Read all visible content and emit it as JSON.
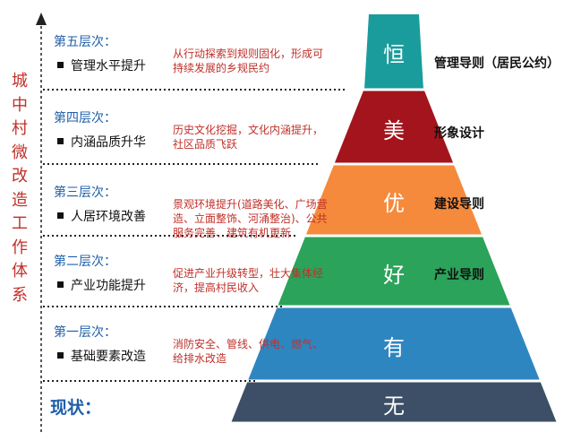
{
  "side_title": [
    "城",
    "中",
    "村",
    "微",
    "改",
    "造",
    "工",
    "作",
    "体",
    "系"
  ],
  "levels": [
    {
      "title": "第五层次：",
      "item": "管理水平提升",
      "desc": "从行动探索到规则固化，形成可持续发展的乡规民约"
    },
    {
      "title": "第四层次：",
      "item": "内涵品质升华",
      "desc": "历史文化挖掘，文化内涵提升，社区品质飞跃"
    },
    {
      "title": "第三层次：",
      "item": "人居环境改善",
      "desc": "景观环境提升(道路美化、广场营造、立面整饰、河涌整治)、公共服务完善、建筑有机更新"
    },
    {
      "title": "第二层次：",
      "item": "产业功能提升",
      "desc": "促进产业升级转型，壮大集体经济，提高村民收入"
    },
    {
      "title": "第一层次：",
      "item": "基础要素改造",
      "desc": "消防安全、管线、供电、燃气、给排水改造"
    }
  ],
  "status_label": "现状：",
  "pyramid": [
    {
      "char": "恒",
      "color": "#1a9c9c"
    },
    {
      "char": "美",
      "color": "#a3141c"
    },
    {
      "char": "优",
      "color": "#f58a3c"
    },
    {
      "char": "好",
      "color": "#2ba35a"
    },
    {
      "char": "有",
      "color": "#2e86c1"
    },
    {
      "char": "无",
      "color": "#3c4f66"
    }
  ],
  "guides": [
    "管理导则（居民公约）",
    "形象设计",
    "建设导则",
    "产业导则"
  ]
}
